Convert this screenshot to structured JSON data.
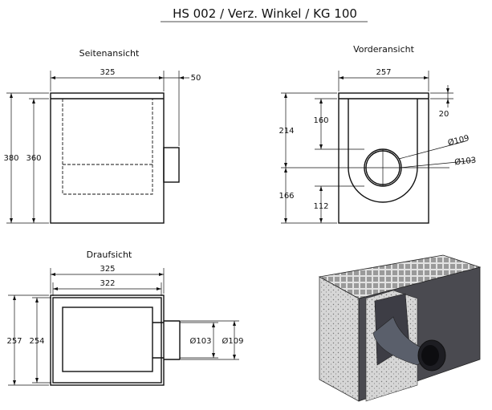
{
  "title": "HS 002 / Verz. Winkel / KG 100",
  "views": {
    "side": {
      "label": "Seitenansicht",
      "dim_width": "325",
      "dim_pipe": "50",
      "dim_total_height": "380",
      "dim_inner_height": "360"
    },
    "front": {
      "label": "Vorderansicht",
      "dim_width": "257",
      "dim_grate": "20",
      "dim_upper": "214",
      "dim_pipe_center": "160",
      "dim_lower": "166",
      "dim_lower_inner": "112",
      "dim_dia_outer": "Ø109",
      "dim_dia_inner": "Ø103"
    },
    "top": {
      "label": "Draufsicht",
      "dim_outer_width": "325",
      "dim_inner_width": "322",
      "dim_outer_depth": "257",
      "dim_inner_depth": "254",
      "dim_pipe_inner": "Ø103",
      "dim_pipe_outer": "Ø109"
    },
    "iso": {
      "grate_color": "#b8b8b8",
      "body_color": "#4a4a50",
      "concrete_color": "#cfcfcf"
    }
  }
}
